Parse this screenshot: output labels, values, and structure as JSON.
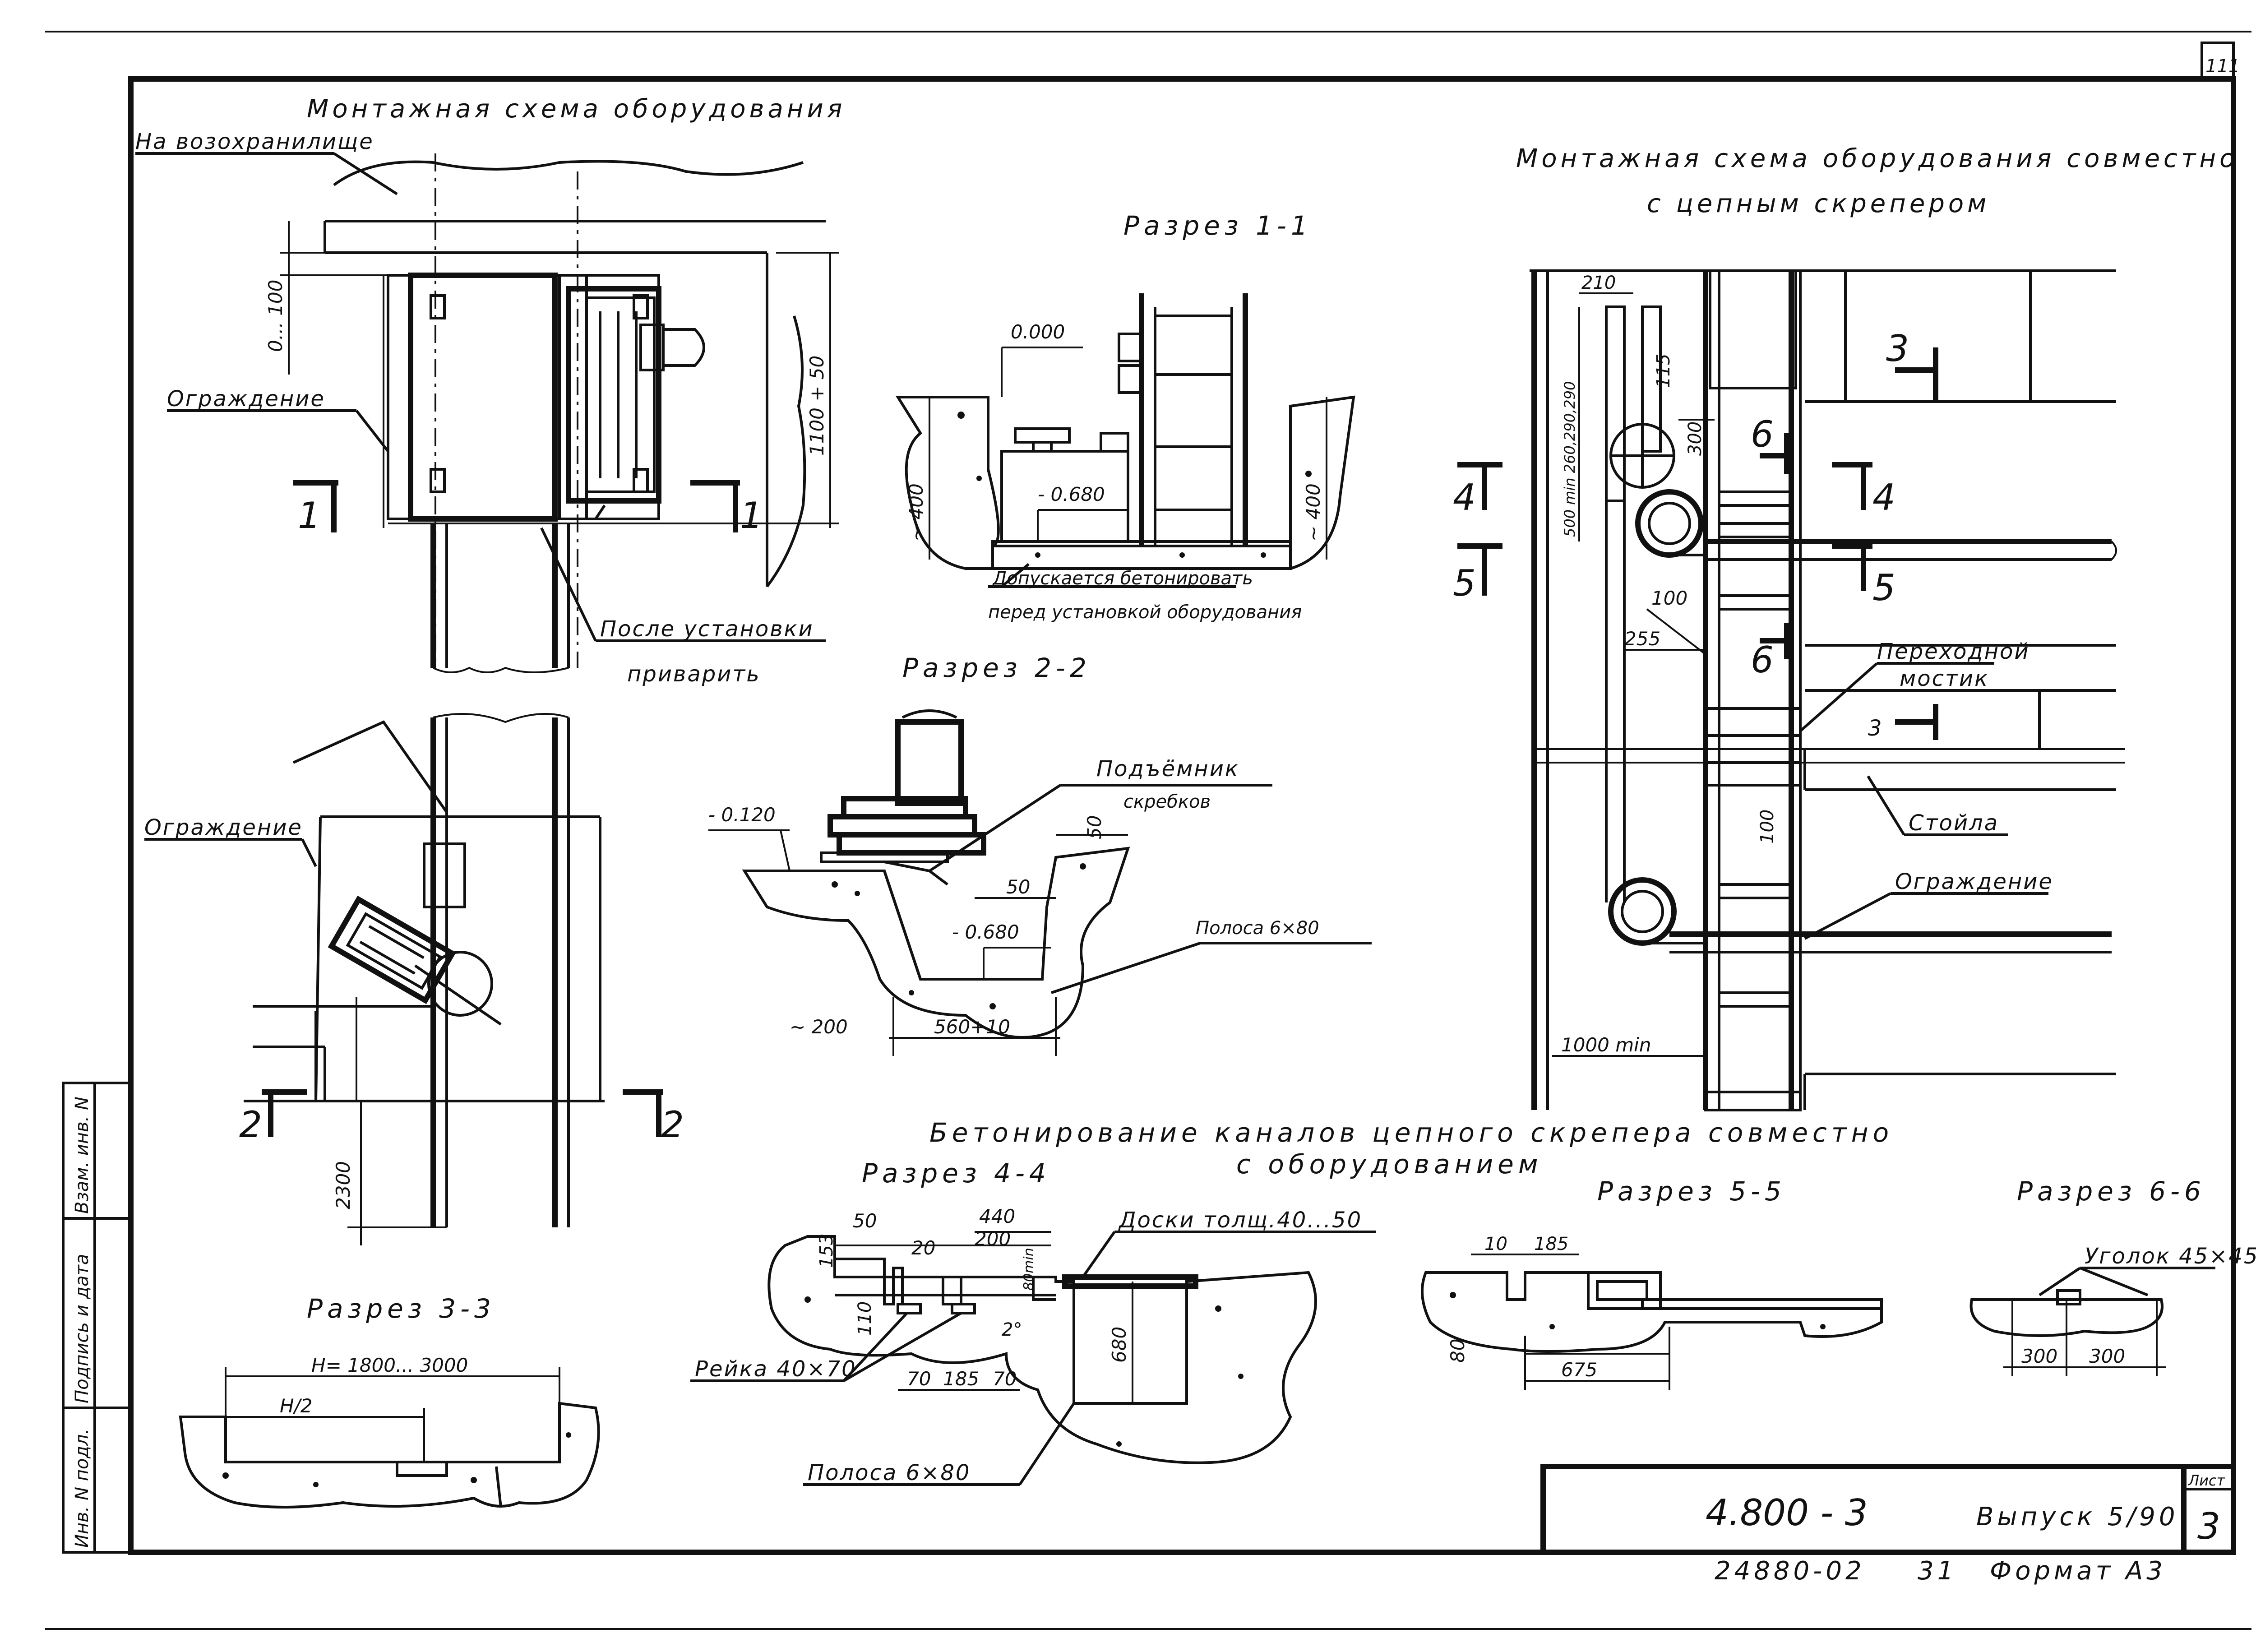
{
  "sheet": {
    "corner_number": "111",
    "stamp_code": "4.800 - 3",
    "stamp_issue": "Выпуск 5/90",
    "stamp_sheet_label": "Лист",
    "stamp_sheet_number": "3",
    "bottom_code": "24880-02",
    "bottom_page": "31",
    "bottom_format": "Формат А3",
    "left_columns": [
      "Инв. N подл.",
      "Подпись и дата",
      "Взам. инв. N"
    ]
  },
  "schemes": {
    "main_title": "Монтажная схема оборудования",
    "chain_title_line1": "Монтажная схема оборудования совместно",
    "chain_title_line2": "с цепным скрепером",
    "concreting_title_line1": "Бетонирование каналов цепного скрепера совместно",
    "concreting_title_line2": "с оборудованием"
  },
  "labels": {
    "to_storage": "На возохранилище",
    "fence_1": "Ограждение",
    "fence_2": "Ограждение",
    "fence_3": "Ограждение",
    "after_install_1": "После установки",
    "after_install_2": "приварить",
    "concrete_allowed_1": "Допускается бетонировать",
    "concrete_allowed_2": "перед установкой оборудования",
    "scraper_lift_1": "Подъёмник",
    "scraper_lift_2": "скребков",
    "strip_1": "Полоса 6×80",
    "strip_2": "Полоса 6×80",
    "bridge_1": "Переходной",
    "bridge_2": "мостик",
    "stalls": "Стойла",
    "boards": "Доски толщ.40...50",
    "rail": "Рейка 40×70",
    "angle": "Уголок 45×45",
    "h_range": "H= 1800... 3000",
    "h_half": "H/2"
  },
  "sections": {
    "s11": "Разрез 1-1",
    "s22": "Разрез 2-2",
    "s33": "Разрез 3-3",
    "s44": "Разрез 4-4",
    "s55": "Разрез 5-5",
    "s66": "Разрез 6-6"
  },
  "marks": {
    "m1": "1",
    "m2": "2",
    "m3": "3",
    "m4": "4",
    "m5": "5",
    "m6": "6"
  },
  "dims": {
    "d0_100": "0... 100",
    "d1100": "1100 + 50",
    "d2300": "2300",
    "e000": "0.000",
    "em680": "- 0.680",
    "em680b": "- 0.680",
    "em120": "- 0.120",
    "d400a": "~ 400",
    "d400b": "~ 400",
    "d200": "~ 200",
    "d560": "560+10",
    "d50a": "50",
    "d50b": "50",
    "d210": "210",
    "d115": "115",
    "d300": "300",
    "d500": "500 min 260,290,290",
    "d100a": "100",
    "d255": "255",
    "d100b": "100",
    "d1000": "1000 min",
    "d153": "153",
    "d50c": "50",
    "d20": "20",
    "d440": "440",
    "d200b": "200",
    "d80min": "80min",
    "d110": "110",
    "d2": "2°",
    "d70a": "70",
    "d185": "185",
    "d70b": "70",
    "d680": "680",
    "d10": "10",
    "d185b": "185",
    "d80": "80",
    "d675": "675",
    "d300a": "300",
    "d300b": "300"
  }
}
